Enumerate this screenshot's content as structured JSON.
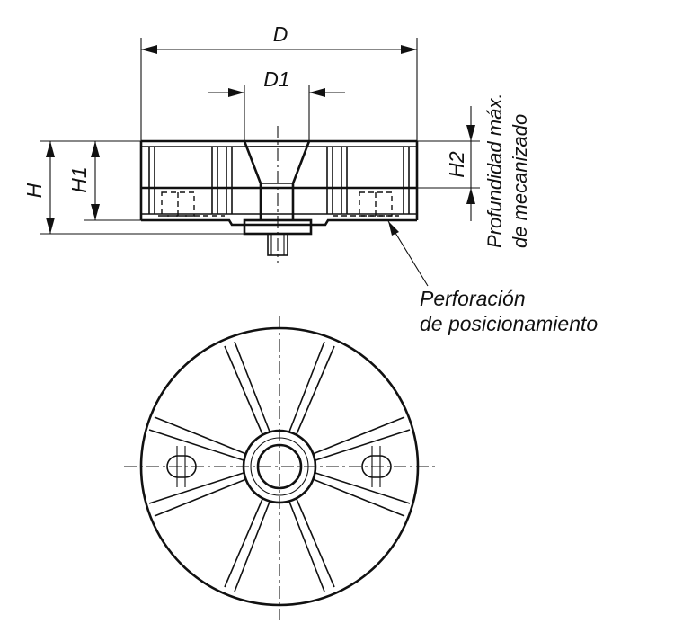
{
  "labels": {
    "D": "D",
    "D1": "D1",
    "H": "H",
    "H1": "H1",
    "H2": "H2",
    "max_depth_line1": "Profundidad máx.",
    "max_depth_line2": "de mecanizado",
    "hole_line1": "Perforación",
    "hole_line2": "de posicionamiento"
  },
  "colors": {
    "ink": "#111111",
    "background": "#ffffff"
  }
}
